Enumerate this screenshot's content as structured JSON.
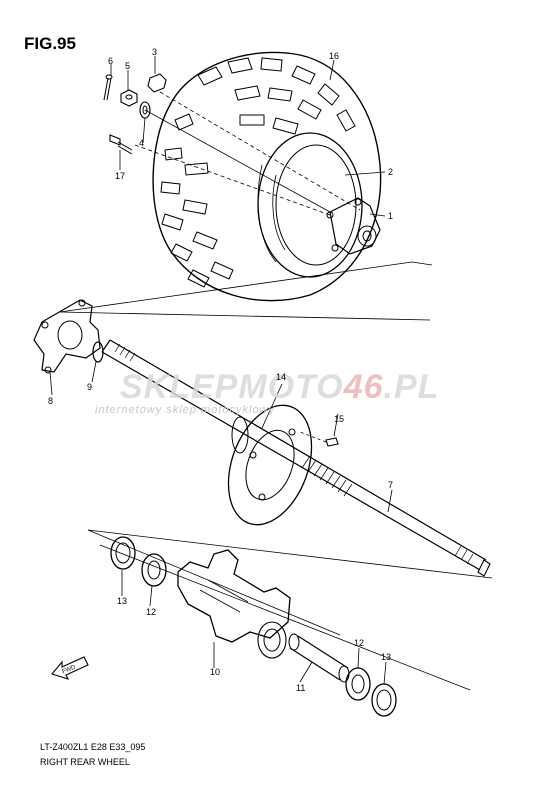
{
  "figure": {
    "title": "FIG.95",
    "model_code": "LT-Z400ZL1  E28  E33_095",
    "part_name": "RIGHT REAR WHEEL"
  },
  "watermark": {
    "main_left": "SKLEP",
    "main_mid": "MOTO",
    "main_num": "46",
    "main_right": ".PL",
    "sub": "internetowy sklep motocyklowy",
    "accent_color": "#e98a8a"
  },
  "callouts": [
    {
      "id": "c6",
      "label": "6"
    },
    {
      "id": "c5",
      "label": "5"
    },
    {
      "id": "c3",
      "label": "3"
    },
    {
      "id": "c16",
      "label": "16"
    },
    {
      "id": "c4",
      "label": "4"
    },
    {
      "id": "c17",
      "label": "17"
    },
    {
      "id": "c2",
      "label": "2"
    },
    {
      "id": "c1",
      "label": "1"
    },
    {
      "id": "c8",
      "label": "8"
    },
    {
      "id": "c9",
      "label": "9"
    },
    {
      "id": "c14",
      "label": "14"
    },
    {
      "id": "c15",
      "label": "15"
    },
    {
      "id": "c7",
      "label": "7"
    },
    {
      "id": "c13a",
      "label": "13"
    },
    {
      "id": "c12a",
      "label": "12"
    },
    {
      "id": "c10",
      "label": "10"
    },
    {
      "id": "c11",
      "label": "11"
    },
    {
      "id": "c12b",
      "label": "12"
    },
    {
      "id": "c13b",
      "label": "13"
    }
  ],
  "fwd_label": "FWD"
}
